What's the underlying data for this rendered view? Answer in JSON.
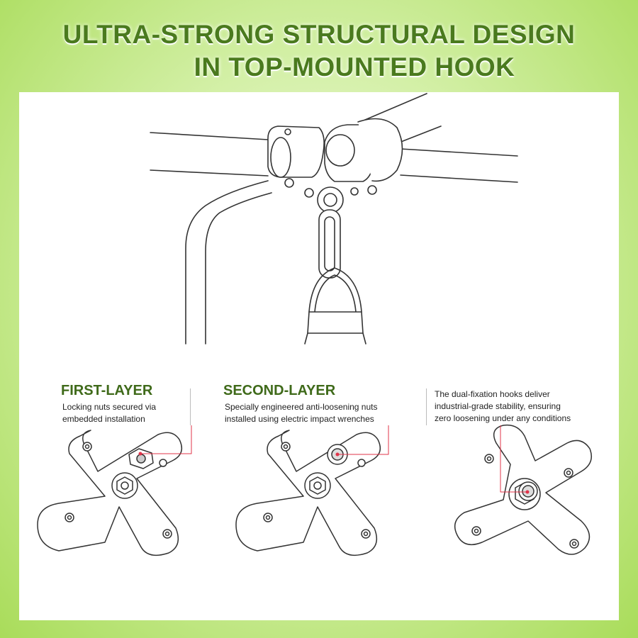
{
  "title": {
    "line1": "ULTRA-STRONG STRUCTURAL DESIGN",
    "line2": "IN TOP-MOUNTED HOOK"
  },
  "sections": [
    {
      "heading": "FIRST-LAYER",
      "desc_line1": "Locking nuts secured via",
      "desc_line2": "embedded installation"
    },
    {
      "heading": "SECOND-LAYER",
      "desc_line1": "Specially engineered anti-loosening nuts",
      "desc_line2": "installed using electric impact wrenches"
    },
    {
      "heading": "",
      "desc_line1": "The dual-fixation hooks deliver",
      "desc_line2": "industrial-grade stability, ensuring",
      "desc_line3": "zero loosening under any conditions"
    }
  ],
  "colors": {
    "title": "#4a7a1e",
    "heading": "#3f6a1a",
    "callout": "#e0344a"
  }
}
